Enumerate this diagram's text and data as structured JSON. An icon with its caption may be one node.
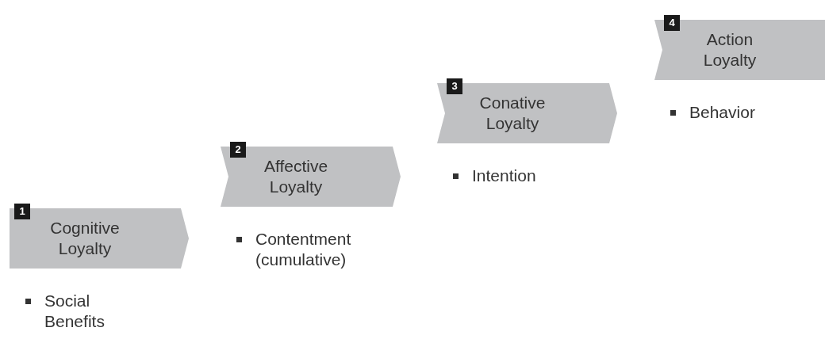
{
  "diagram": {
    "nodes": [
      {
        "text": [
          "1",
          "Cognitive Loyalty"
        ],
        "beside": [
          "Social Benefits"
        ]
      },
      {
        "text": [
          "2",
          "Affective Loyalty"
        ],
        "beside": [
          "Contentment (cumulative)"
        ]
      },
      {
        "text": [
          "3",
          "Conative Loyalty"
        ],
        "beside": [
          "Intention"
        ]
      },
      {
        "text": [
          "4",
          "Action Loyalty"
        ],
        "beside": [
          "Behavior"
        ]
      }
    ]
  }
}
